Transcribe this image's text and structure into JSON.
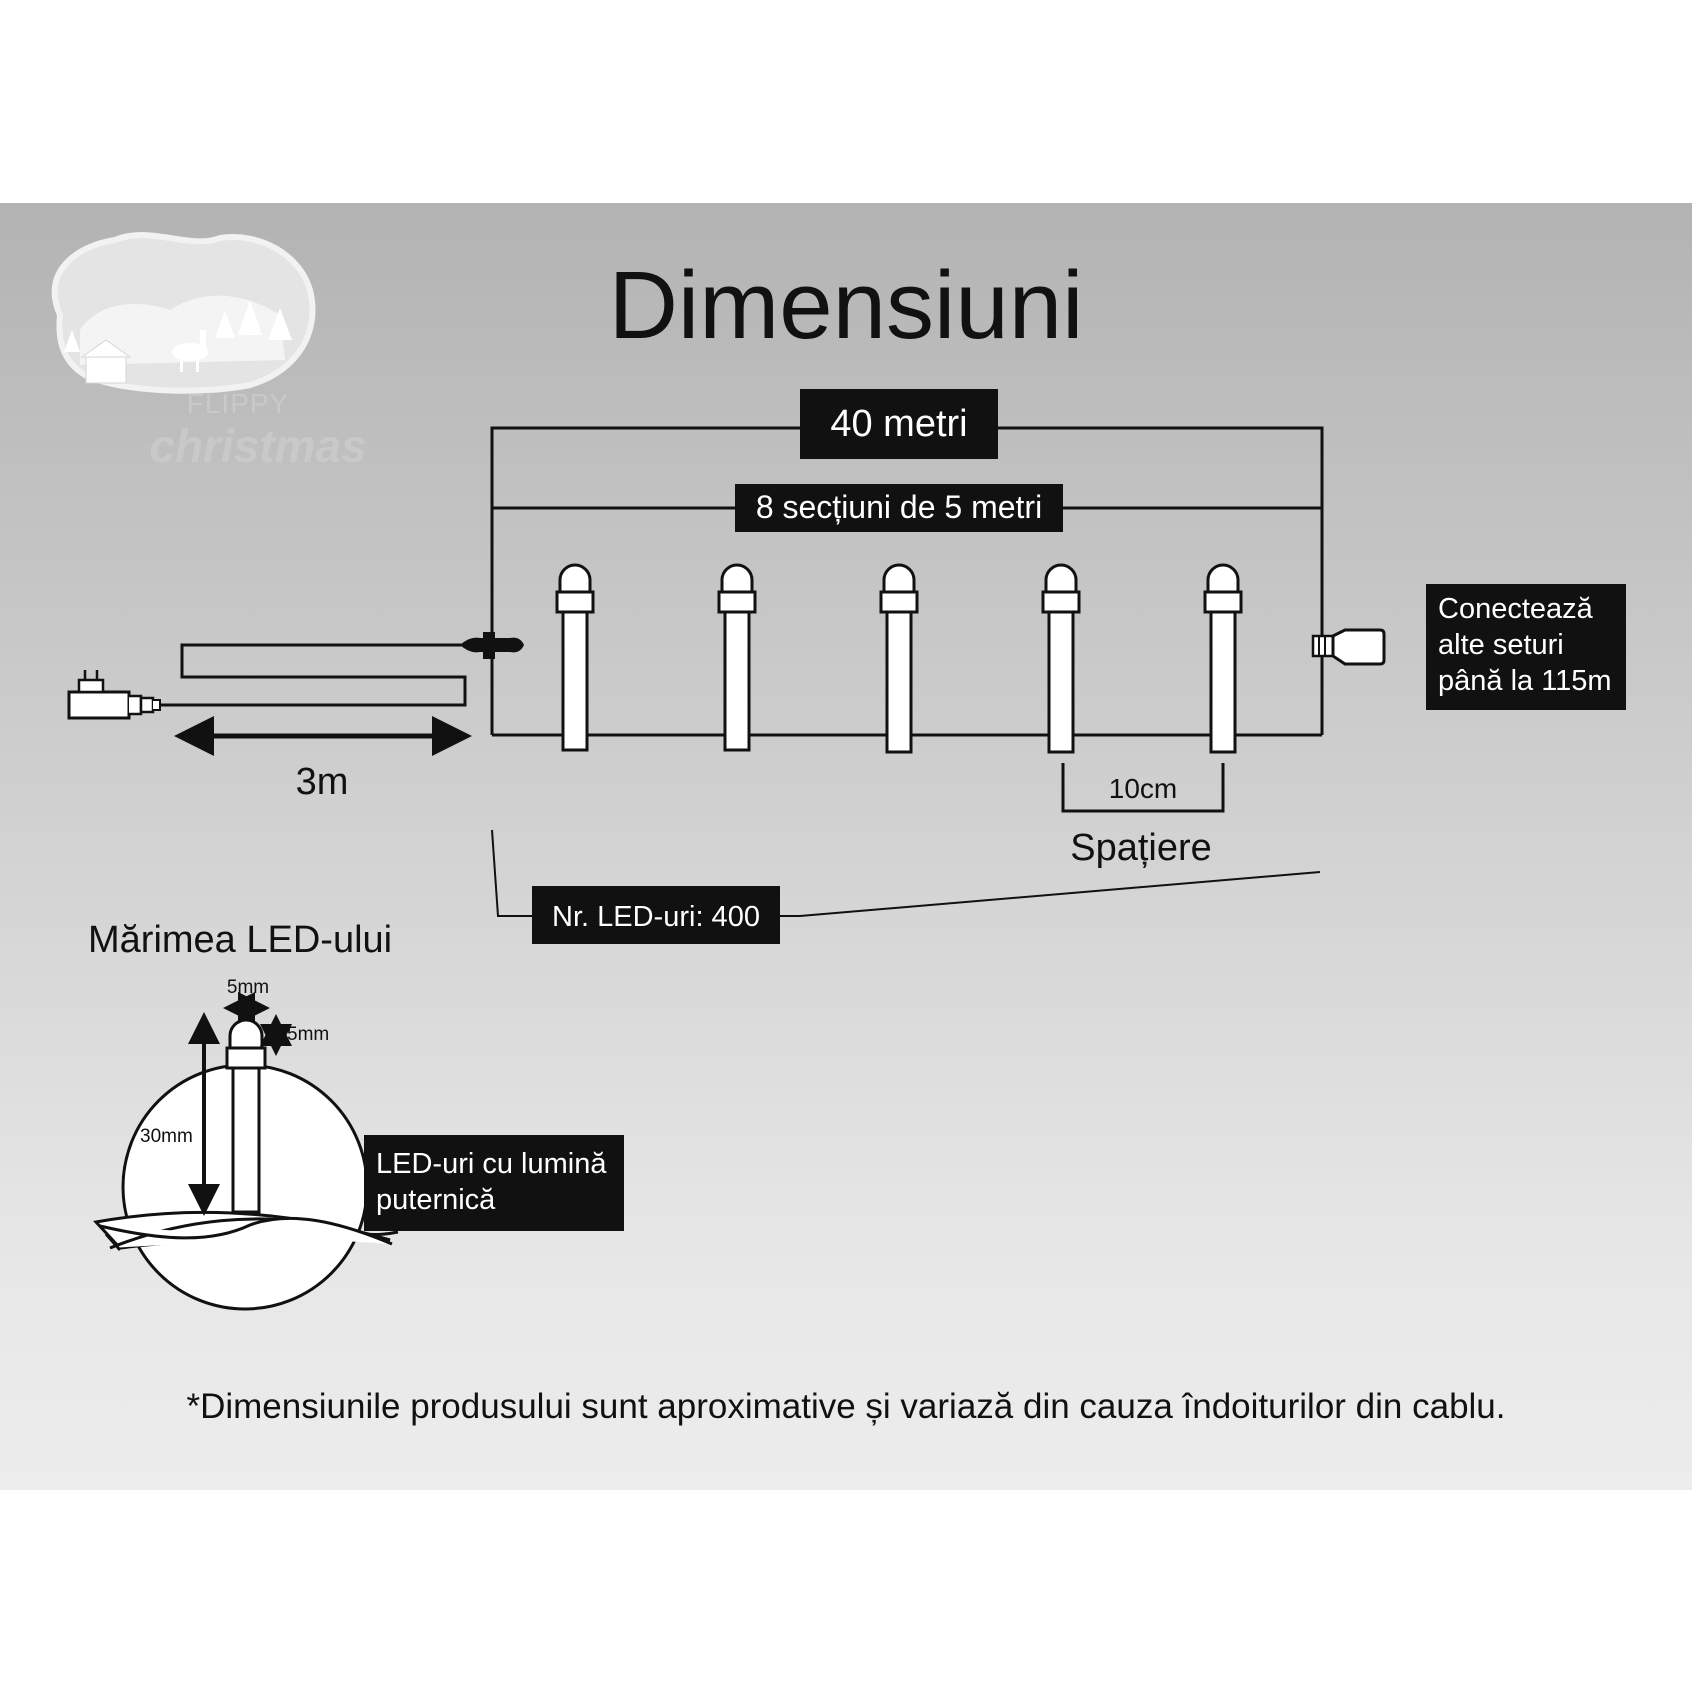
{
  "logo": {
    "brand_top": "FLIPPY",
    "brand_bottom": "christmas"
  },
  "title": "Dimensiuni",
  "total_length": "40 metri",
  "sections": "8 secțiuni de 5 metri",
  "lead_length": "3m",
  "spacing": {
    "value": "10cm",
    "label": "Spațiere"
  },
  "led_count": "Nr. LED-uri: 400",
  "connect": {
    "line1": "Conectează",
    "line2": "alte seturi",
    "line3": "până la 115m"
  },
  "led_size": {
    "heading": "Mărimea LED-ului",
    "width": "5mm",
    "height_top": "5mm",
    "total_height": "30mm"
  },
  "bright": {
    "line1": "LED-uri cu lumină",
    "line2": "puternică"
  },
  "footnote": "*Dimensiunile produsului sunt aproximative și variază din cauza îndoiturilor din cablu.",
  "colors": {
    "ink": "#111111",
    "label_bg": "#111111",
    "label_text": "#ffffff",
    "outline_fill": "#ffffff"
  }
}
